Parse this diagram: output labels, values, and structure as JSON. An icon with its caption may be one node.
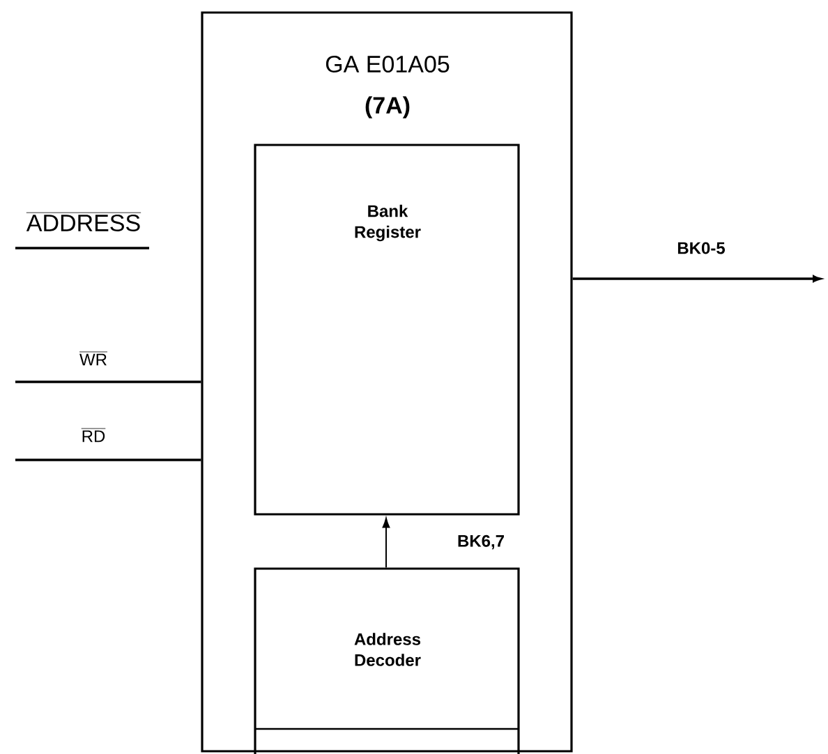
{
  "diagram": {
    "nodes": [
      {
        "text": [
          "GA E01A05",
          "(7A)"
        ]
      },
      {
        "text": [
          "Bank Register"
        ],
        "in": 0
      },
      {
        "text": [
          "Address Decoder"
        ],
        "in": 0
      }
    ],
    "edges": [
      {
        "from": null,
        "to": 0,
        "arrow": "none",
        "label": "WR"
      },
      {
        "from": null,
        "to": 0,
        "arrow": "none",
        "label": "RD"
      },
      {
        "from": 2,
        "to": 1,
        "arrow": "to",
        "label": "BK6,7"
      },
      {
        "from": 0,
        "to": null,
        "arrow": "to",
        "label": "BK0-5"
      }
    ],
    "labels": [
      "ADDRESS"
    ]
  }
}
